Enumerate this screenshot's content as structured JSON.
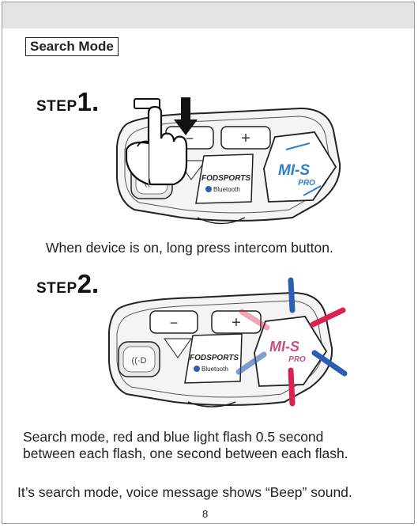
{
  "mode_title": "Search Mode",
  "step_word": "STEP",
  "steps": [
    {
      "number": "1.",
      "caption": "When device is on, long press intercom button."
    },
    {
      "number": "2.",
      "caption_lines": [
        "Search mode, red and blue light flash 0.5 second",
        "between each flash, one second between each flash."
      ]
    }
  ],
  "note": "It’s search mode, voice message shows “Beep” sound.",
  "page_number": "8",
  "device": {
    "brand": "FODSPORTS",
    "bt_label": "Bluetooth",
    "model": "MI-S",
    "model_sub": "PRO",
    "plus": "+",
    "minus": "−"
  },
  "colors": {
    "model_blue": "#2f7fc9",
    "model_pink": "#c64f82",
    "led_red": "#d8224f",
    "led_blue": "#2b5fb4"
  }
}
